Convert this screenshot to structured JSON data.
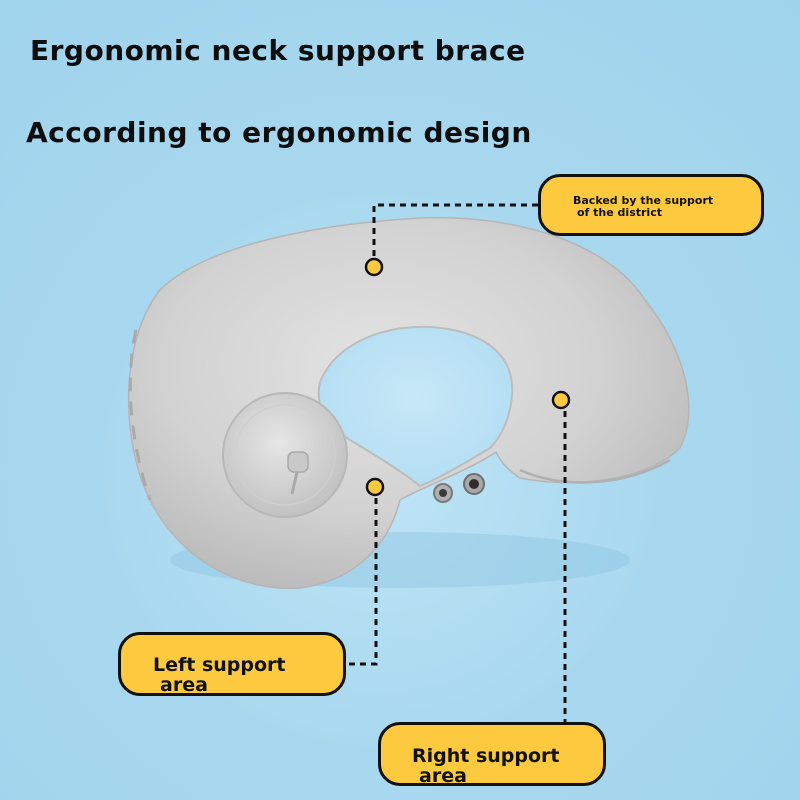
{
  "heading": {
    "title": "Ergonomic neck support brace",
    "subtitle": "According to ergonomic design"
  },
  "callouts": {
    "back": {
      "line1": "Backed by the support",
      "line2": "of the district"
    },
    "left": {
      "line1": "Left support",
      "line2": "area"
    },
    "right": {
      "line1": "Right support",
      "line2": "area"
    }
  },
  "colors": {
    "background": "#a8d8ef",
    "pillow": "#d3d3d3",
    "callout_fill": "#fdca3f",
    "outline": "#111111"
  }
}
